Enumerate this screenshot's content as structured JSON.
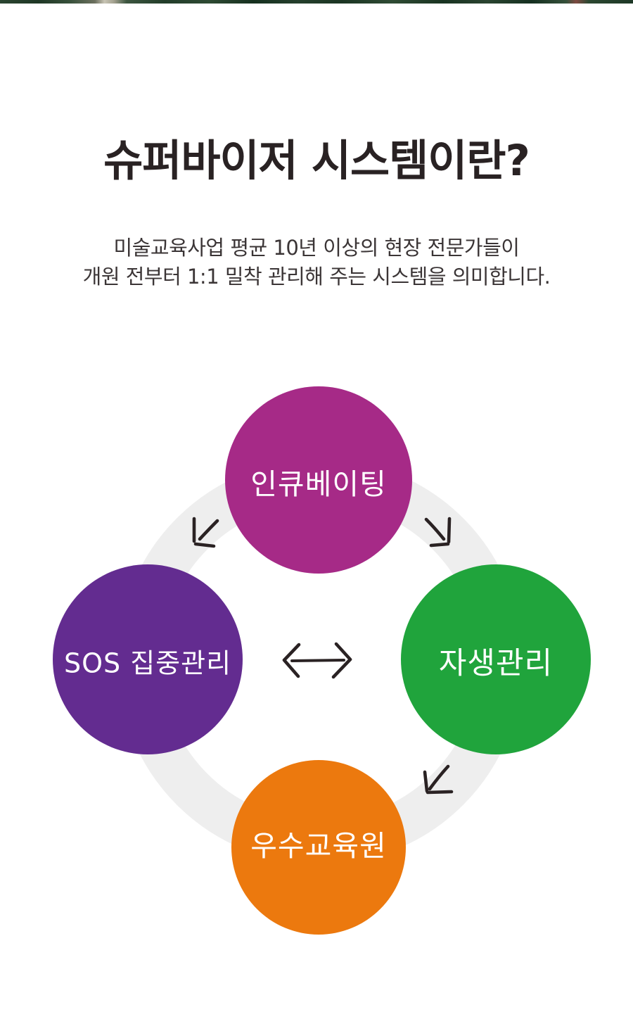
{
  "header": {
    "title": "슈퍼바이저 시스템이란?",
    "subtitle_line1": "미술교육사업 평균 10년 이상의 현장 전문가들이",
    "subtitle_line2": "개원 전부터 1:1 밀착 관리해 주는 시스템을 의미합니다."
  },
  "diagram": {
    "ring_color": "#eeeeee",
    "arrow_color": "#2a2223",
    "label_text_color": "#ffffff",
    "nodes": [
      {
        "id": "incubating",
        "label": "인큐베이팅",
        "color": "#a62a87",
        "position": "top"
      },
      {
        "id": "sos-care",
        "label": "SOS 집중관리",
        "color": "#632c90",
        "position": "left"
      },
      {
        "id": "self-management",
        "label": "자생관리",
        "color": "#20a43c",
        "position": "right"
      },
      {
        "id": "excellent-center",
        "label": "우수교육원",
        "color": "#ec790e",
        "position": "bottom"
      }
    ],
    "arrows": [
      {
        "from": "incubating",
        "to": "sos-care",
        "direction": "down-left"
      },
      {
        "from": "incubating",
        "to": "self-management",
        "direction": "down-right"
      },
      {
        "from": "sos-care",
        "to": "self-management",
        "direction": "both"
      },
      {
        "from": "self-management",
        "to": "excellent-center",
        "direction": "down-left"
      }
    ]
  }
}
